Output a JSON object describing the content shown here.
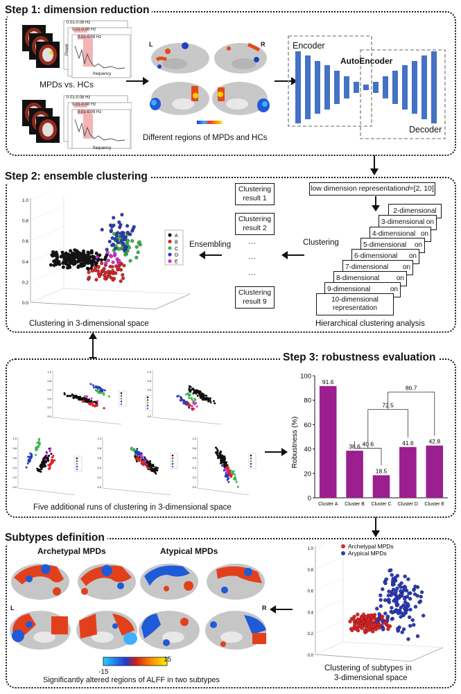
{
  "step1": {
    "title": "Step 1: dimension reduction",
    "freq_band_label": "0.01-0.08 Hz",
    "power_label": "Power",
    "frequency_label": "frequency",
    "mpds_vs_hcs": "MPDs vs. HCs",
    "hemisphere_left": "L",
    "hemisphere_right": "R",
    "regions_caption": "Different regions of MPDs and HCs",
    "encoder": "Encoder",
    "autoencoder": "AutoEncoder",
    "decoder": "Decoder"
  },
  "step2": {
    "title": "Step 2: ensemble clustering",
    "caption_scatter": "Clustering in 3-dimensional space",
    "ensembling": "Ensembling",
    "clustering": "Clustering",
    "low_dim_prefix": "low dimension representation ",
    "low_dim_var": "d",
    "low_dim_suffix": "=[2, 10]",
    "results": [
      "Clustering result 1",
      "Clustering result 2",
      "Clustering result 9"
    ],
    "ellipsis": "···",
    "dims": [
      "2-dimensional",
      "3-dimensional",
      "4-dimensional",
      "5-dimensional",
      "6-dimensional",
      "7-dimensional",
      "8-dimensional",
      "9-dimensional",
      "10-dimensional representation"
    ],
    "dim_tail": "on",
    "hier_caption": "Hierarchical clustering analysis",
    "legend": [
      "A",
      "B",
      "C",
      "D",
      "E"
    ],
    "axis_ticks": [
      "1.0",
      "0.8",
      "0.6",
      "0.4",
      "0.2",
      "0.0"
    ]
  },
  "step3": {
    "title": "Step 3: robustness evaluation",
    "runs_caption": "Five additional runs of clustering in 3-dimensional space",
    "mini_axis_ticks": [
      "1.0",
      "0.8",
      "0.6",
      "0.4",
      "0.2",
      "0.0"
    ]
  },
  "chart_data": {
    "type": "bar",
    "categories": [
      "Cluster A",
      "Cluster B",
      "Cluster C",
      "Cluster D",
      "Cluster E"
    ],
    "values": [
      91.6,
      38.6,
      18.5,
      41.6,
      42.8
    ],
    "ylabel": "Robustness (%)",
    "ylim": [
      0,
      100
    ],
    "yticks": [
      0,
      20,
      40,
      60,
      80,
      100
    ],
    "dendrogram_labels": [
      "40.6",
      "72.5",
      "86.7"
    ],
    "bar_color": "#9b1f8f"
  },
  "subtypes": {
    "title": "Subtypes definition",
    "archetypal": "Archetypal MPDs",
    "atypical": "Atypical MPDs",
    "hemisphere_left": "L",
    "hemisphere_right": "R",
    "colorbar_min": "-15",
    "colorbar_max": "15",
    "alff_caption": "Significantly altered regions of ALFF in two subtypes",
    "legend": [
      "Archetypal MPDs",
      "Arypical MPDs"
    ],
    "caption_line1": "Clustering of subtypes in",
    "caption_line2": "3-dimensional space",
    "axis_ticks": [
      "1.0",
      "0.8",
      "0.6",
      "0.4",
      "0.2",
      "0.0"
    ]
  },
  "colors": {
    "cluster_a": "#111111",
    "cluster_b": "#d8262a",
    "cluster_c": "#36b54a",
    "cluster_d": "#2b3bb8",
    "cluster_e": "#d52fd3",
    "autoencoder_bar": "#4472c4",
    "archetypal": "#d8262a",
    "atypical": "#2b3bb8"
  }
}
